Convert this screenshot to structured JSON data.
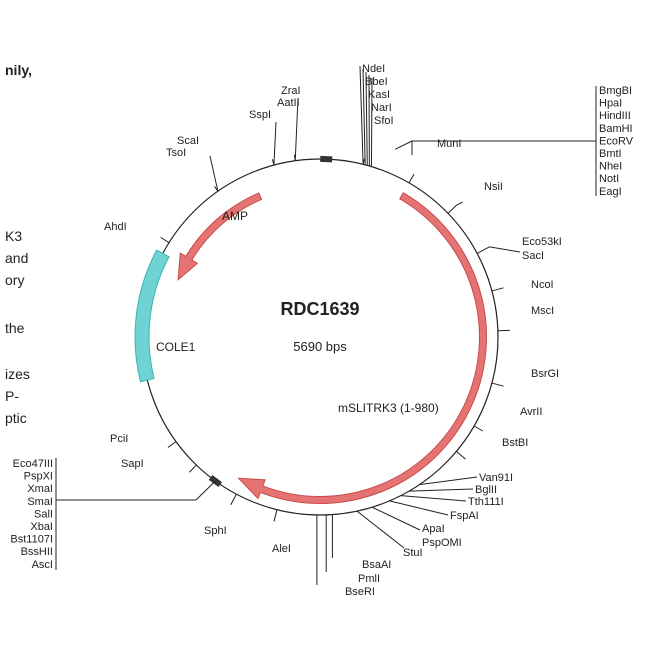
{
  "title": "RDC1639",
  "size_label": "5690 bps",
  "background_fragments": [
    {
      "text": "nily,",
      "bold": true
    },
    {
      "text": "K3",
      "bold": false
    },
    {
      "text": "and",
      "bold": false
    },
    {
      "text": "ory",
      "bold": false
    },
    {
      "text": "the",
      "bold": false
    },
    {
      "text": "izes",
      "bold": false
    },
    {
      "text": "P-",
      "bold": false
    },
    {
      "text": "ptic",
      "bold": false
    }
  ],
  "features": [
    {
      "label": "AMP",
      "color": "#e57373",
      "stroke": "#c94c4c"
    },
    {
      "label": "COLE1",
      "color": "#6fd3d3",
      "stroke": "#3fb3b3"
    },
    {
      "label": "mSLITRK3 (1-980)",
      "color": "#e57373",
      "stroke": "#c94c4c"
    }
  ],
  "sites": [
    "NdeI",
    "BbeI",
    "KasI",
    "NarI",
    "SfoI",
    "ZraI",
    "AatII",
    "SspI",
    "ScaI",
    "TsoI",
    "AhdI",
    "BmgBI",
    "HpaI",
    "HindIII",
    "BamHI",
    "EcoRV",
    "BmtI",
    "NheI",
    "NotI",
    "EagI",
    "MunI",
    "NsiI",
    "Eco53kI",
    "SacI",
    "NcoI",
    "MscI",
    "BsrGI",
    "AvrII",
    "BstBI",
    "Van91I",
    "BglII",
    "Tth111I",
    "FspAI",
    "ApaI",
    "PspOMI",
    "StuI",
    "BsaAI",
    "PmlI",
    "BseRI",
    "AleI",
    "SphI",
    "Eco47III",
    "PspXI",
    "XmaI",
    "SmaI",
    "SalI",
    "XbaI",
    "Bst1107I",
    "BssHII",
    "AscI",
    "PciI",
    "SapI"
  ]
}
